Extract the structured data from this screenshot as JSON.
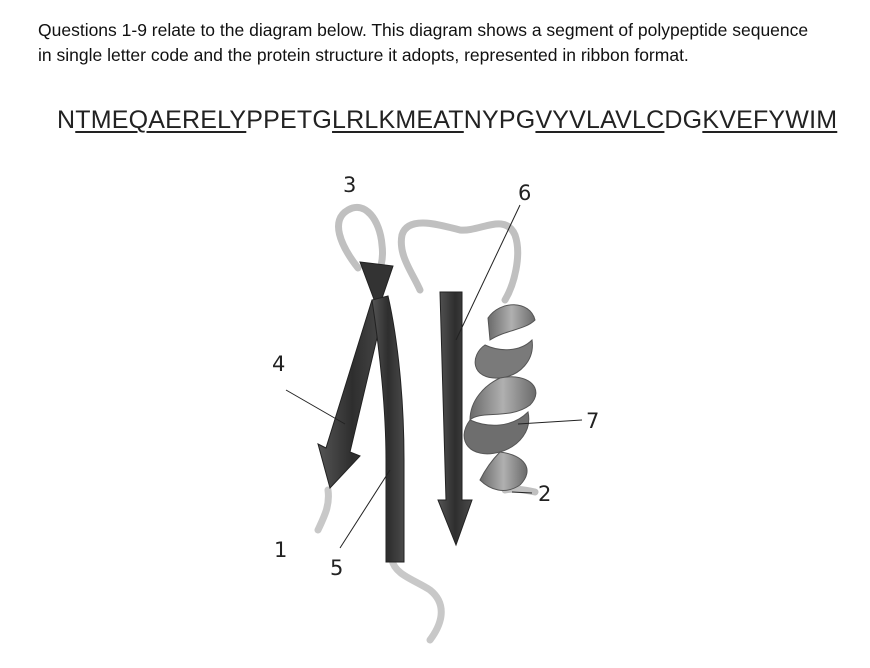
{
  "question": {
    "line1": "Questions 1-9 relate to the diagram below. This diagram shows a segment of polypeptide sequence",
    "line2": "in single letter code and the protein structure it adopts, represented in ribbon format."
  },
  "sequence": {
    "segments": [
      {
        "text": "N",
        "underlined": false
      },
      {
        "text": "TMEQAERELY",
        "underlined": true
      },
      {
        "text": "PPETG",
        "underlined": false
      },
      {
        "text": "LRLKMEAT",
        "underlined": true
      },
      {
        "text": "NYPG",
        "underlined": false
      },
      {
        "text": "VYVLAVLC",
        "underlined": true
      },
      {
        "text": "DG",
        "underlined": false
      },
      {
        "text": "KVEFYWIM",
        "underlined": true
      }
    ]
  },
  "diagram": {
    "labels": {
      "l1": "1",
      "l2": "2",
      "l3": "3",
      "l4": "4",
      "l5": "5",
      "l6": "6",
      "l7": "7"
    },
    "colors": {
      "strand": "#3a3a3a",
      "helix": "#8a8a8a",
      "loop": "#c8c8c8"
    }
  }
}
